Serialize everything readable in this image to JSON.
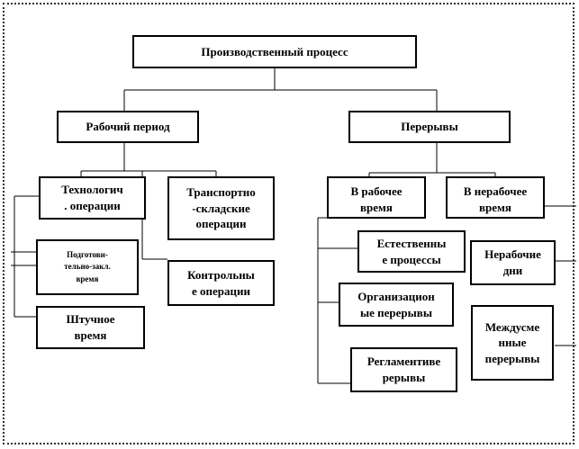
{
  "diagram": {
    "root": "Производственный процесс",
    "branches": {
      "work_period": "Рабочий период",
      "breaks": "Перерывы"
    },
    "work_items": {
      "technological": "Технологич\n. операции",
      "transport": "Транспортно\n-складские\nоперации",
      "preparatory": "Подготови-\nтельно-закл.\nвремя",
      "control": "Контрольны\nе операции",
      "piece_time": "Штучное\nвремя"
    },
    "break_items": {
      "in_work_time": "В рабочее\nвремя",
      "in_non_work_time": "В нерабочее\nвремя",
      "natural": "Естественны\nе процессы",
      "non_work_days": "Нерабочие\nдни",
      "organizational": "Организацион\nые перерывы",
      "inter_shift": "Междусме\nнные\nперерывы",
      "regulated": "Регламентиве\nрерывы"
    }
  }
}
